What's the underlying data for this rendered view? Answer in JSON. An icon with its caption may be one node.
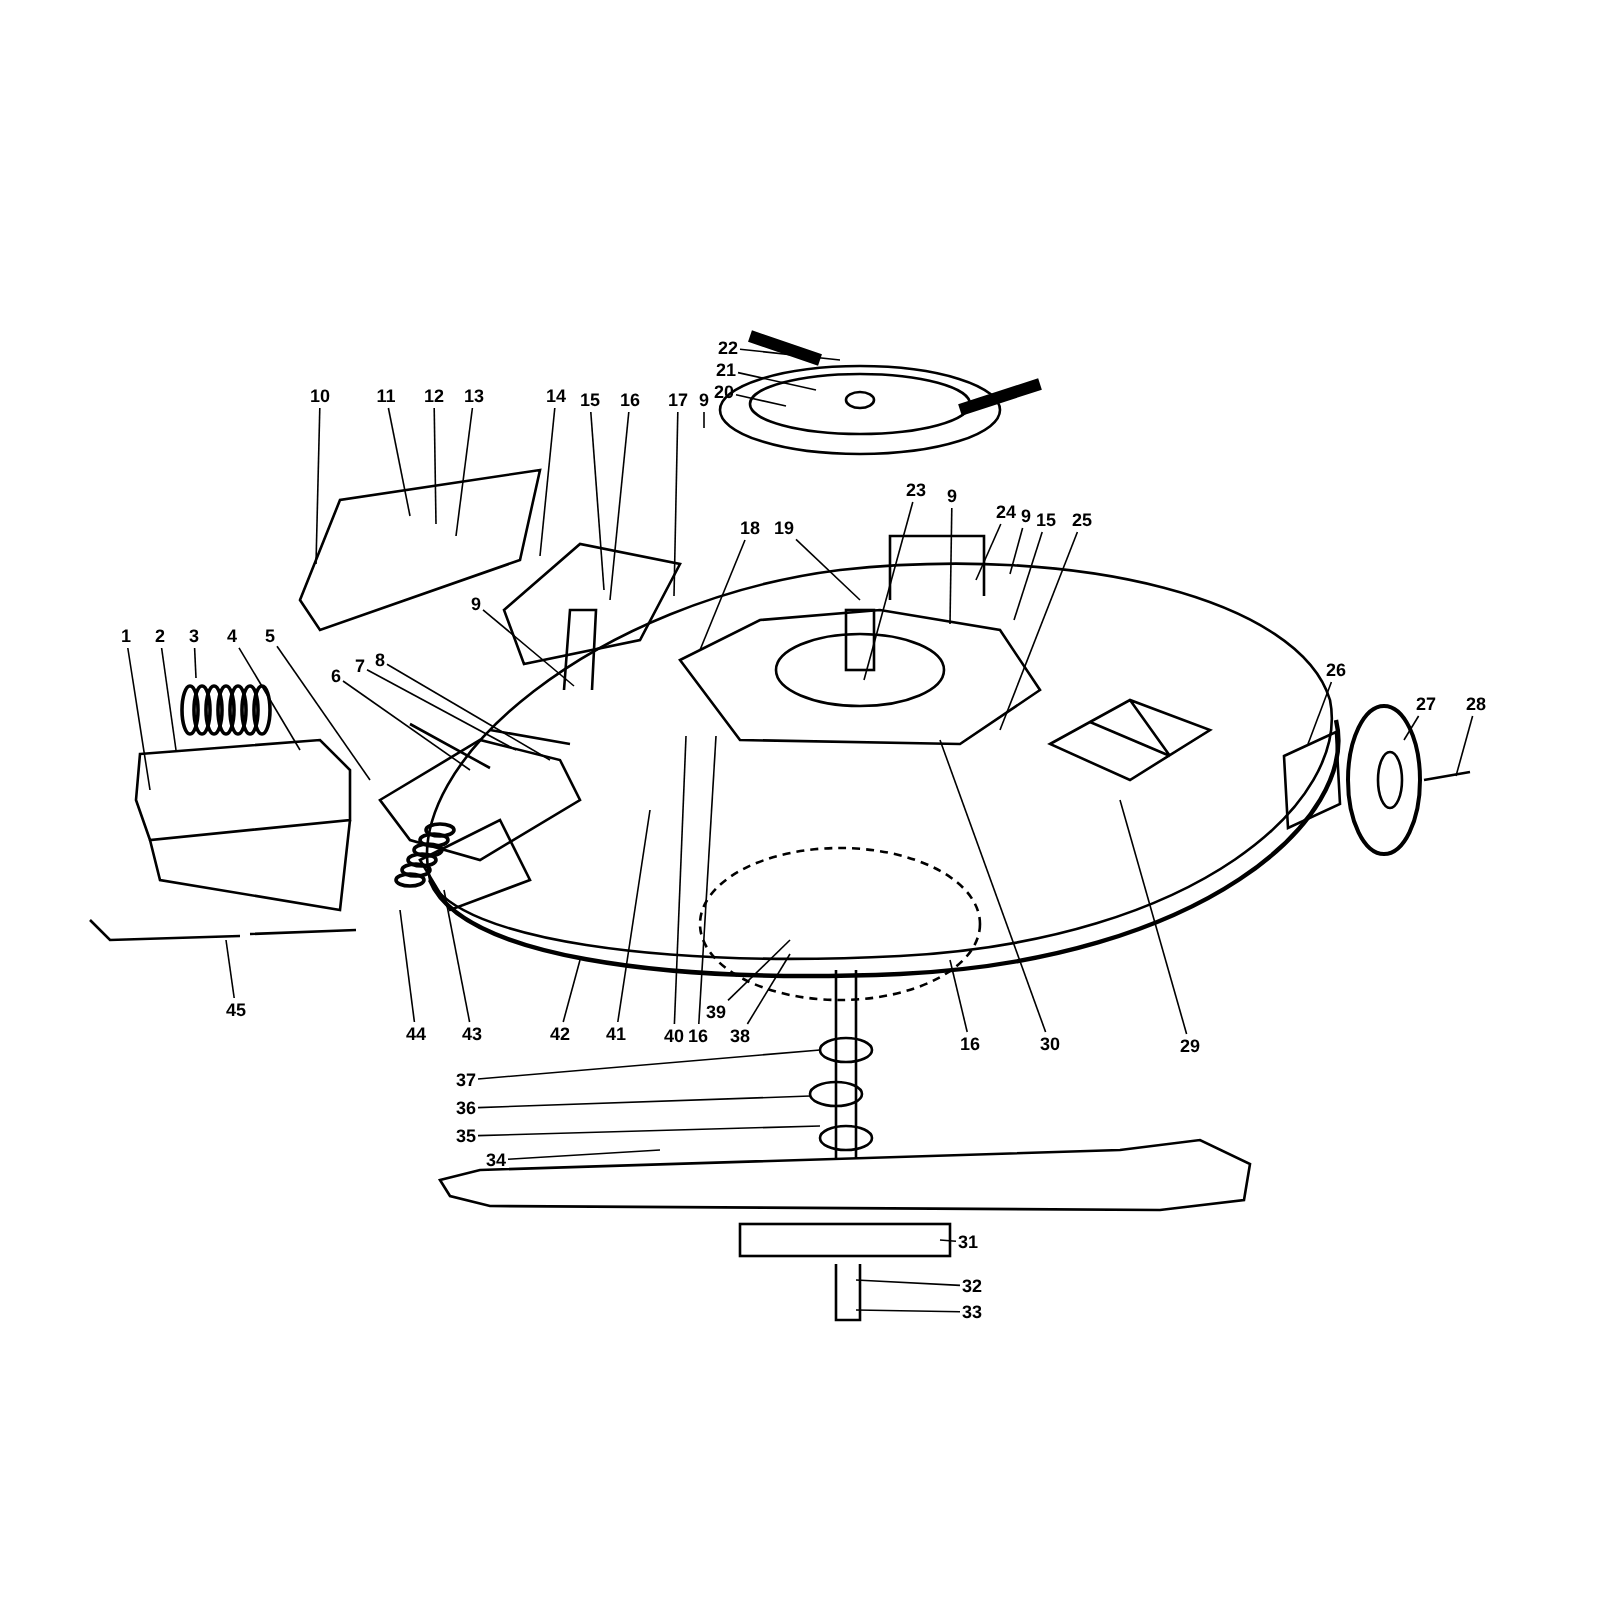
{
  "diagram": {
    "nodes": [
      {
        "text": [
          "22"
        ]
      },
      {
        "text": [
          "21"
        ]
      },
      {
        "text": [
          "20"
        ]
      },
      {
        "text": [
          "10"
        ]
      },
      {
        "text": [
          "11"
        ]
      },
      {
        "text": [
          "12"
        ]
      },
      {
        "text": [
          "13"
        ]
      },
      {
        "text": [
          "14"
        ]
      },
      {
        "text": [
          "15"
        ]
      },
      {
        "text": [
          "16"
        ]
      },
      {
        "text": [
          "17"
        ]
      },
      {
        "text": [
          "9"
        ]
      },
      {
        "text": [
          "23"
        ]
      },
      {
        "text": [
          "9"
        ]
      },
      {
        "text": [
          "24"
        ]
      },
      {
        "text": [
          "9"
        ]
      },
      {
        "text": [
          "15"
        ]
      },
      {
        "text": [
          "25"
        ]
      },
      {
        "text": [
          "18"
        ]
      },
      {
        "text": [
          "19"
        ]
      },
      {
        "text": [
          "9"
        ]
      },
      {
        "text": [
          "8"
        ]
      },
      {
        "text": [
          "7"
        ]
      },
      {
        "text": [
          "1"
        ]
      },
      {
        "text": [
          "2"
        ]
      },
      {
        "text": [
          "3"
        ]
      },
      {
        "text": [
          "4"
        ]
      },
      {
        "text": [
          "5"
        ]
      },
      {
        "text": [
          "6"
        ]
      },
      {
        "text": [
          "26"
        ]
      },
      {
        "text": [
          "27"
        ]
      },
      {
        "text": [
          "28"
        ]
      },
      {
        "text": [
          "45"
        ]
      },
      {
        "text": [
          "39"
        ]
      },
      {
        "text": [
          "44"
        ]
      },
      {
        "text": [
          "43"
        ]
      },
      {
        "text": [
          "42"
        ]
      },
      {
        "text": [
          "41"
        ]
      },
      {
        "text": [
          "40"
        ]
      },
      {
        "text": [
          "16"
        ]
      },
      {
        "text": [
          "38"
        ]
      },
      {
        "text": [
          "16"
        ]
      },
      {
        "text": [
          "30"
        ]
      },
      {
        "text": [
          "29"
        ]
      },
      {
        "text": [
          "37"
        ]
      },
      {
        "text": [
          "36"
        ]
      },
      {
        "text": [
          "35"
        ]
      },
      {
        "text": [
          "34"
        ]
      },
      {
        "text": [
          "31"
        ]
      },
      {
        "text": [
          "32"
        ]
      },
      {
        "text": [
          "33"
        ]
      }
    ],
    "edges": [
      {
        "from": 0,
        "to": null,
        "arrow": "none"
      },
      {
        "from": 1,
        "to": null,
        "arrow": "none"
      },
      {
        "from": 2,
        "to": null,
        "arrow": "none"
      },
      {
        "from": 3,
        "to": null,
        "arrow": "none"
      },
      {
        "from": 4,
        "to": null,
        "arrow": "none"
      },
      {
        "from": 5,
        "to": null,
        "arrow": "none"
      },
      {
        "from": 6,
        "to": null,
        "arrow": "none"
      },
      {
        "from": 7,
        "to": null,
        "arrow": "none"
      },
      {
        "from": 8,
        "to": null,
        "arrow": "none"
      },
      {
        "from": 9,
        "to": null,
        "arrow": "none"
      },
      {
        "from": 10,
        "to": null,
        "arrow": "none"
      },
      {
        "from": 11,
        "to": null,
        "arrow": "none"
      },
      {
        "from": 12,
        "to": null,
        "arrow": "none"
      },
      {
        "from": 13,
        "to": null,
        "arrow": "none"
      },
      {
        "from": 14,
        "to": null,
        "arrow": "none"
      },
      {
        "from": 15,
        "to": null,
        "arrow": "none"
      },
      {
        "from": 16,
        "to": null,
        "arrow": "none"
      },
      {
        "from": 17,
        "to": null,
        "arrow": "none"
      },
      {
        "from": 18,
        "to": null,
        "arrow": "none"
      },
      {
        "from": 19,
        "to": null,
        "arrow": "none"
      },
      {
        "from": 20,
        "to": null,
        "arrow": "none"
      },
      {
        "from": 21,
        "to": null,
        "arrow": "none"
      },
      {
        "from": 22,
        "to": null,
        "arrow": "none"
      },
      {
        "from": 23,
        "to": null,
        "arrow": "none"
      },
      {
        "from": 24,
        "to": null,
        "arrow": "none"
      },
      {
        "from": 25,
        "to": null,
        "arrow": "none"
      },
      {
        "from": 26,
        "to": null,
        "arrow": "none"
      },
      {
        "from": 27,
        "to": null,
        "arrow": "none"
      },
      {
        "from": 28,
        "to": null,
        "arrow": "none"
      },
      {
        "from": 29,
        "to": null,
        "arrow": "none"
      },
      {
        "from": 30,
        "to": null,
        "arrow": "none"
      },
      {
        "from": 31,
        "to": null,
        "arrow": "none"
      },
      {
        "from": 32,
        "to": null,
        "arrow": "none"
      },
      {
        "from": 33,
        "to": null,
        "arrow": "none"
      },
      {
        "from": 34,
        "to": null,
        "arrow": "none"
      },
      {
        "from": 35,
        "to": null,
        "arrow": "none"
      },
      {
        "from": 36,
        "to": null,
        "arrow": "none"
      },
      {
        "from": 37,
        "to": null,
        "arrow": "none"
      },
      {
        "from": 38,
        "to": null,
        "arrow": "none"
      },
      {
        "from": 39,
        "to": null,
        "arrow": "none"
      },
      {
        "from": 40,
        "to": null,
        "arrow": "none"
      },
      {
        "from": 41,
        "to": null,
        "arrow": "none"
      },
      {
        "from": 42,
        "to": null,
        "arrow": "none"
      },
      {
        "from": 43,
        "to": null,
        "arrow": "none"
      },
      {
        "from": 44,
        "to": null,
        "arrow": "none"
      },
      {
        "from": 45,
        "to": null,
        "arrow": "none"
      },
      {
        "from": 46,
        "to": null,
        "arrow": "none"
      },
      {
        "from": 47,
        "to": null,
        "arrow": "none"
      },
      {
        "from": 48,
        "to": null,
        "arrow": "none"
      },
      {
        "from": 49,
        "to": null,
        "arrow": "none"
      },
      {
        "from": 50,
        "to": null,
        "arrow": "none"
      }
    ]
  }
}
